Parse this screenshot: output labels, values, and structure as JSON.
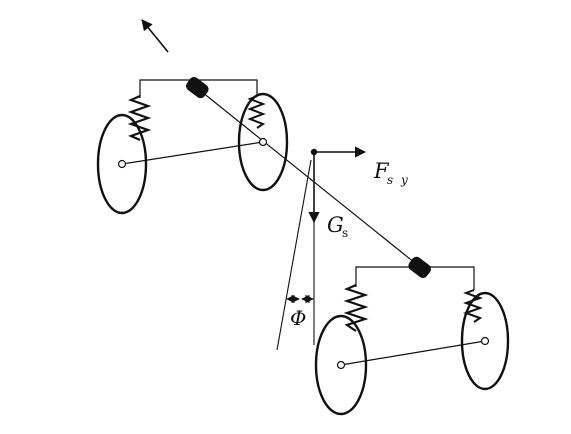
{
  "diagram": {
    "labels": {
      "force_lateral": "F",
      "force_lateral_sub": "s y",
      "gravity": "G",
      "gravity_sub": "s",
      "roll_angle": "Φ"
    },
    "colors": {
      "ink": "#111111",
      "background": "#ffffff"
    }
  }
}
